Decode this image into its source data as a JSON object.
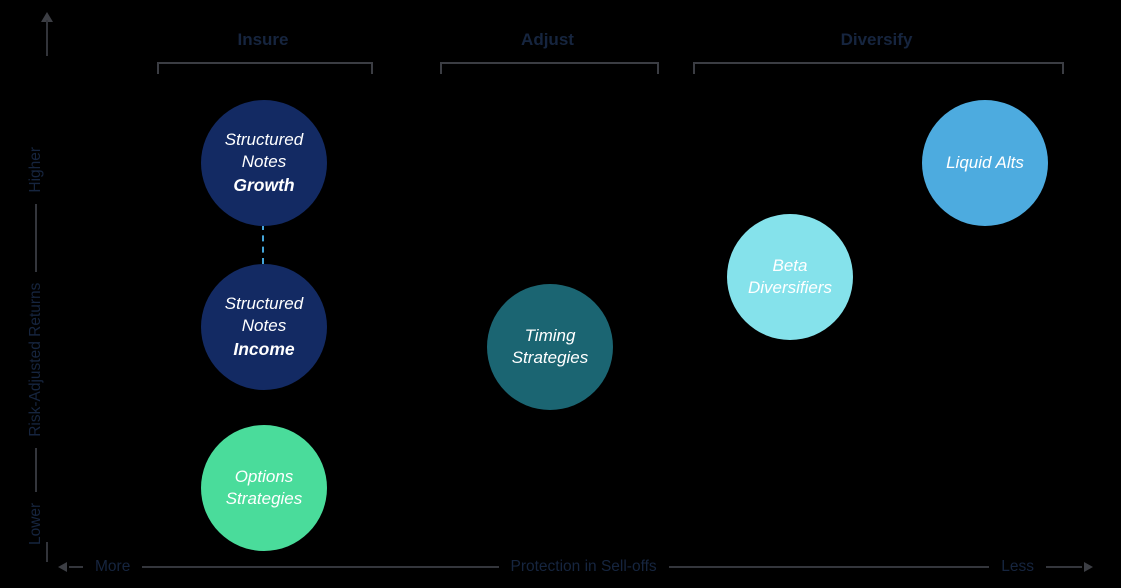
{
  "colors": {
    "background": "#000000",
    "faint_label_text": "#16253f",
    "axis_line": "#34363c",
    "bracket_line": "#3b3d43",
    "bubble_text": "#ffffff",
    "connector_dash": "#44a5da"
  },
  "y_axis": {
    "high_label": "Higher",
    "axis_label": "Risk-Adjusted Returns",
    "low_label": "Lower"
  },
  "x_axis": {
    "left_label": "More",
    "axis_label": "Protection in Sell-offs",
    "right_label": "Less"
  },
  "groups": [
    {
      "label": "Insure"
    },
    {
      "label": "Adjust"
    },
    {
      "label": "Diversify"
    }
  ],
  "bubbles": [
    {
      "name": "structured-notes-growth",
      "line1": "Structured Notes",
      "line2": "Growth",
      "color": "#132a63",
      "group": "Insure"
    },
    {
      "name": "structured-notes-income",
      "line1": "Structured Notes",
      "line2": "Income",
      "color": "#132a63",
      "group": "Insure"
    },
    {
      "name": "options-strategies",
      "line1": "Options Strategies",
      "line2": "",
      "color": "#4adc9b",
      "group": "Insure"
    },
    {
      "name": "timing-strategies",
      "line1": "Timing Strategies",
      "line2": "",
      "color": "#1b6572",
      "group": "Adjust"
    },
    {
      "name": "beta-diversifiers",
      "line1": "Beta Diversifiers",
      "line2": "",
      "color": "#85e2eb",
      "group": "Diversify"
    },
    {
      "name": "liquid-alts",
      "line1": "Liquid Alts",
      "line2": "",
      "color": "#4dabdf",
      "group": "Diversify"
    }
  ],
  "chart_data": {
    "type": "scatter",
    "title": "",
    "xlabel": "Protection in Sell-offs (More → Less)",
    "ylabel": "Risk-Adjusted Returns (Lower → Higher)",
    "x_range_labels": [
      "More",
      "Less"
    ],
    "y_range_labels": [
      "Lower",
      "Higher"
    ],
    "legend_position": "none",
    "grid": false,
    "series": [
      {
        "name": "Structured Notes Growth",
        "group": "Insure",
        "x": 0.2,
        "y": 0.81,
        "color": "#132a63"
      },
      {
        "name": "Structured Notes Income",
        "group": "Insure",
        "x": 0.2,
        "y": 0.48,
        "color": "#132a63"
      },
      {
        "name": "Options Strategies",
        "group": "Insure",
        "x": 0.2,
        "y": 0.15,
        "color": "#4adc9b"
      },
      {
        "name": "Timing Strategies",
        "group": "Adjust",
        "x": 0.47,
        "y": 0.44,
        "color": "#1b6572"
      },
      {
        "name": "Beta Diversifiers",
        "group": "Diversify",
        "x": 0.7,
        "y": 0.58,
        "color": "#85e2eb"
      },
      {
        "name": "Liquid Alts",
        "group": "Diversify",
        "x": 0.89,
        "y": 0.81,
        "color": "#4dabdf"
      }
    ],
    "annotations": [
      "Dashed line links Structured Notes Growth and Structured Notes Income"
    ]
  }
}
